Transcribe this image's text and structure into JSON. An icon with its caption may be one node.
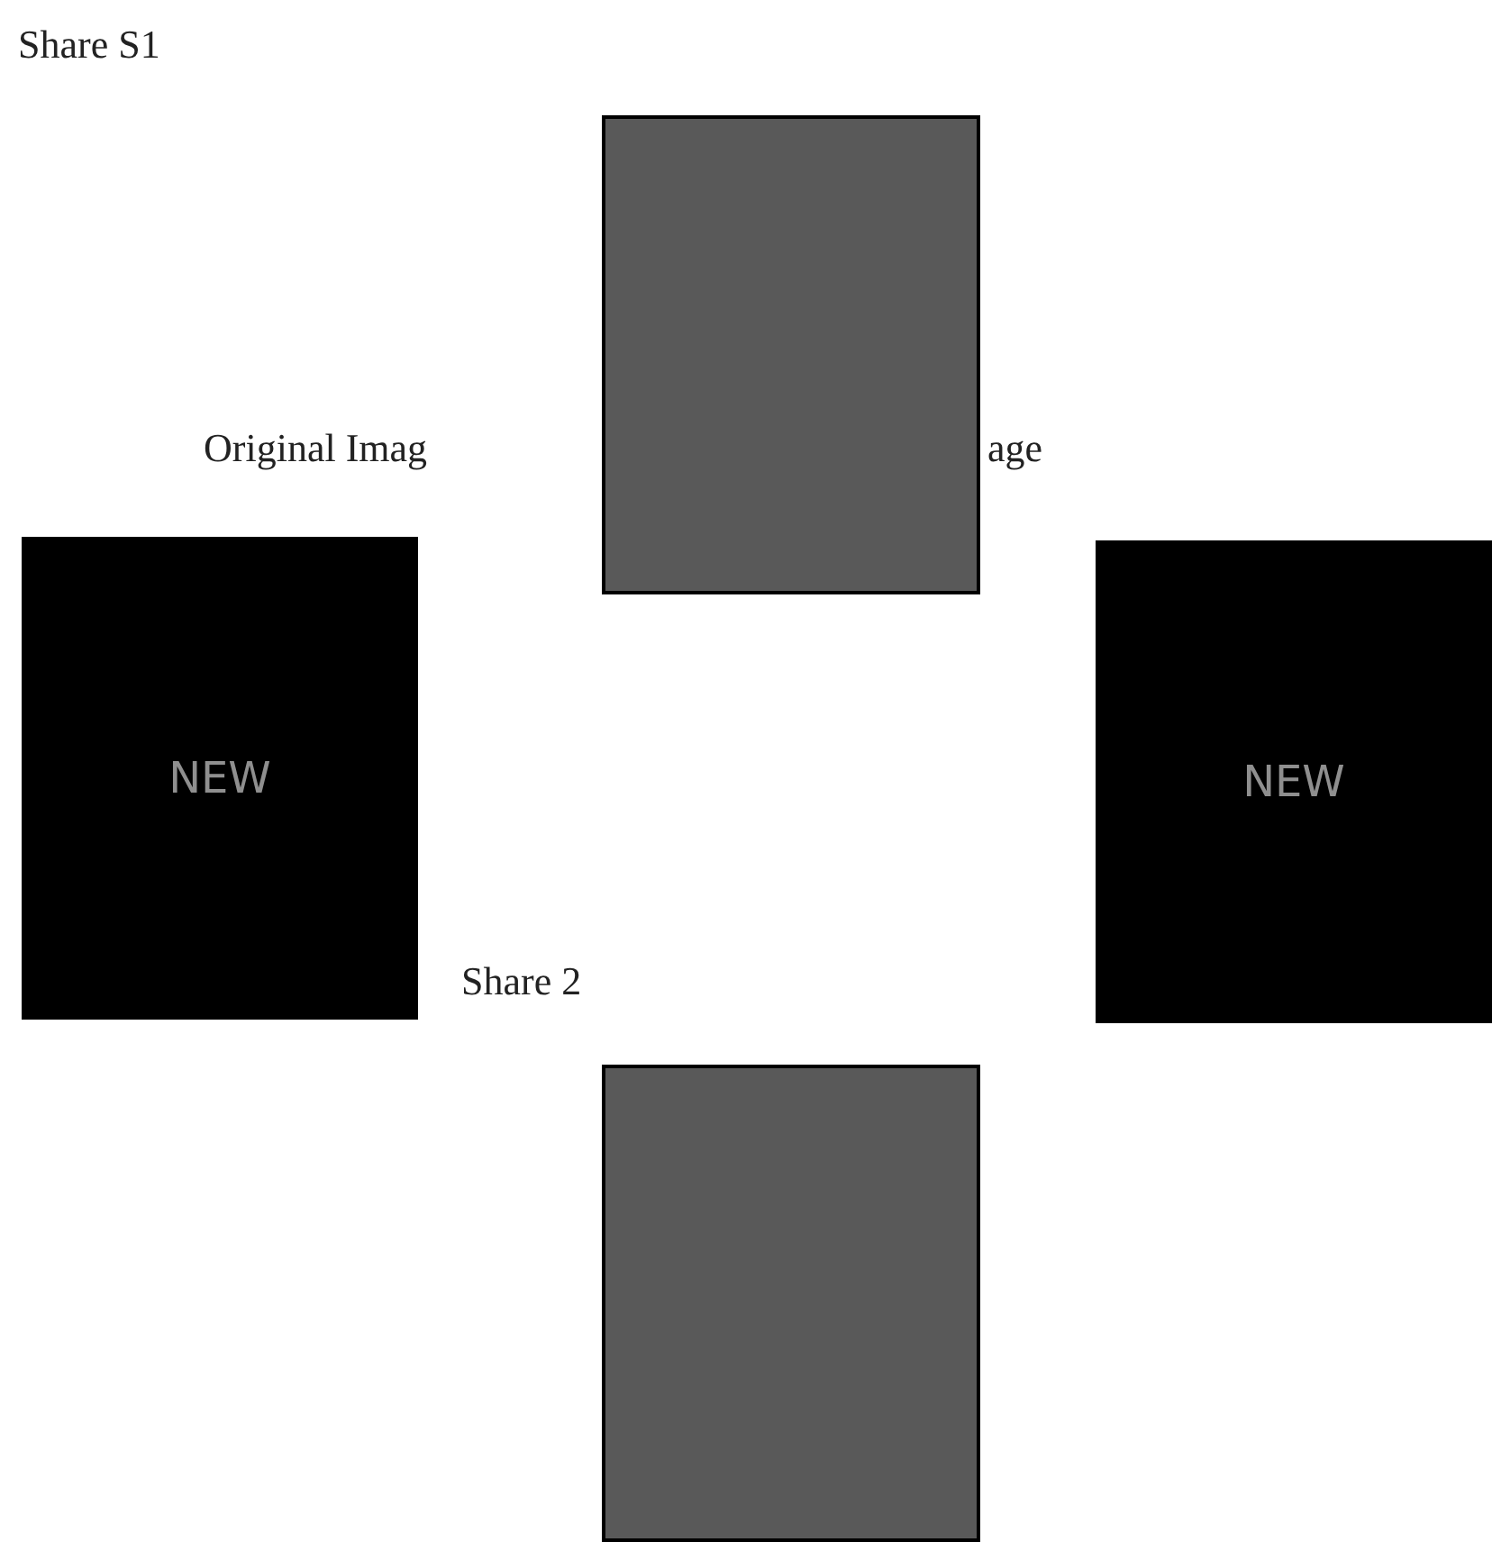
{
  "diagram": {
    "nodes": [
      {
        "text": [],
        "shape": "box"
      },
      {
        "text": [
          "NEW"
        ]
      },
      {
        "text": [
          "NEW"
        ]
      },
      {
        "text": [],
        "shape": "box"
      }
    ],
    "edges": [],
    "labels": [
      "Share S1",
      "Original Imag",
      "age",
      "Share 2"
    ]
  }
}
